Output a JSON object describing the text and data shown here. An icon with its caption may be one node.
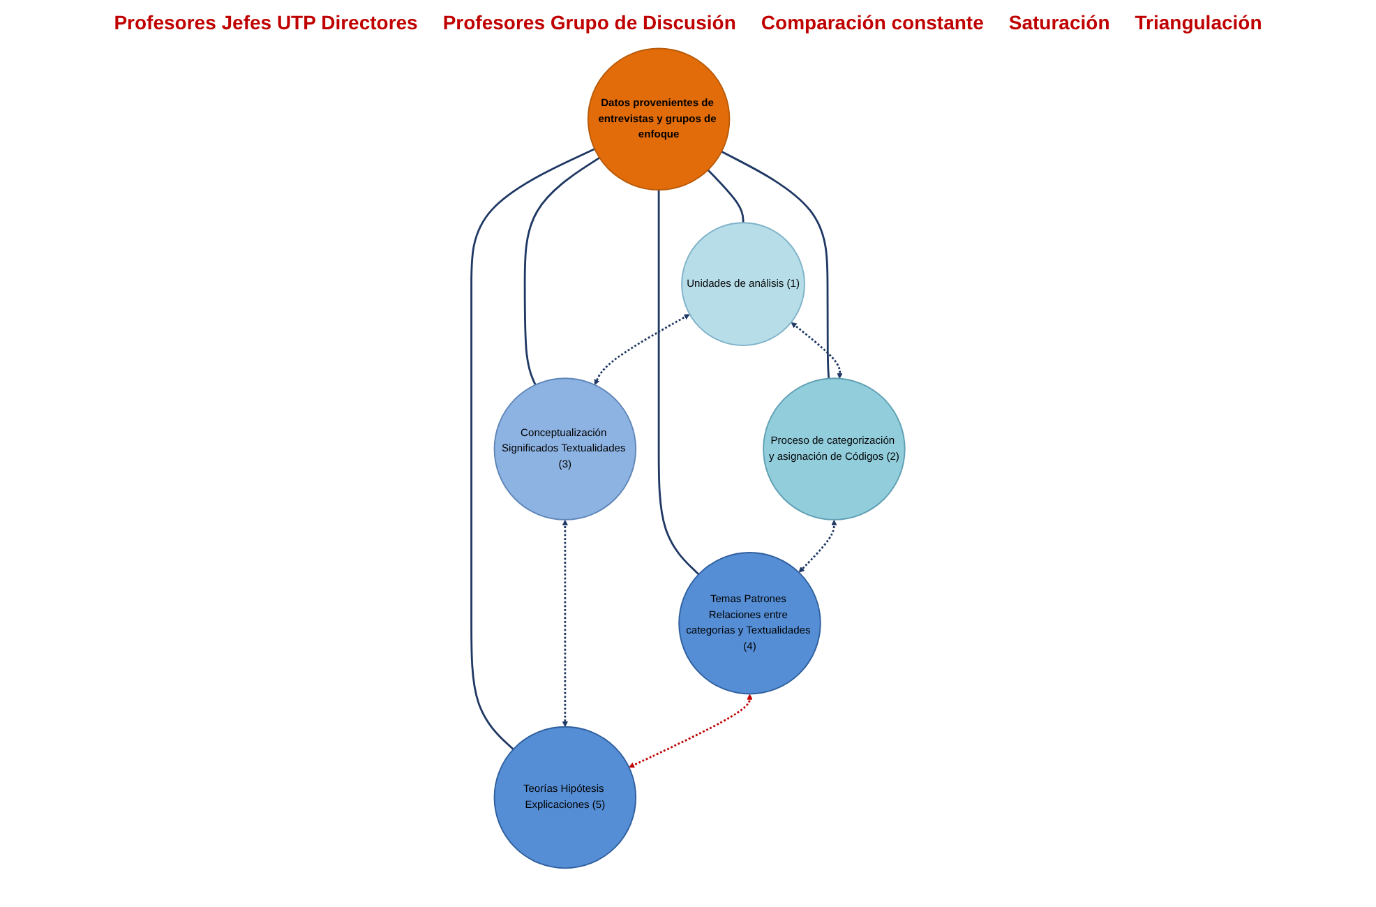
{
  "diagram": {
    "nodes": [
      {
        "text": [
          "Datos provenientes de entrevistas y grupos de enfoque"
        ]
      },
      {
        "text": [
          "Unidades de análisis (1)"
        ]
      },
      {
        "text": [
          "Proceso de categorización y asignación de Códigos (2)"
        ]
      },
      {
        "text": [
          "Conceptualización Significados Textualidades (3)"
        ]
      },
      {
        "text": [
          "Temas Patrones Relaciones entre categorías y Textualidades (4)"
        ]
      },
      {
        "text": [
          "Teorías Hipótesis Explicaciones (5)"
        ]
      }
    ],
    "edges": [
      {
        "from": 0,
        "to": 1,
        "arrow": "none"
      },
      {
        "from": 0,
        "to": 2,
        "arrow": "none"
      },
      {
        "from": 0,
        "to": 3,
        "arrow": "none"
      },
      {
        "from": 0,
        "to": 4,
        "arrow": "none"
      },
      {
        "from": 0,
        "to": 5,
        "arrow": "none"
      },
      {
        "from": 1,
        "to": 2,
        "arrow": "both",
        "style": "dashed"
      },
      {
        "from": 1,
        "to": 3,
        "arrow": "both",
        "style": "dashed"
      },
      {
        "from": 2,
        "to": 4,
        "arrow": "both",
        "style": "dashed"
      },
      {
        "from": 3,
        "to": 5,
        "arrow": "both",
        "style": "dashed"
      },
      {
        "from": 4,
        "to": 5,
        "arrow": "both",
        "style": "dashed",
        "color": "#c00000"
      }
    ],
    "labels": [
      "Profesores Jefes UTP Directores",
      "Profesores Grupo de Discusión",
      "Comparación constante",
      "Saturación",
      "Triangulación"
    ]
  }
}
